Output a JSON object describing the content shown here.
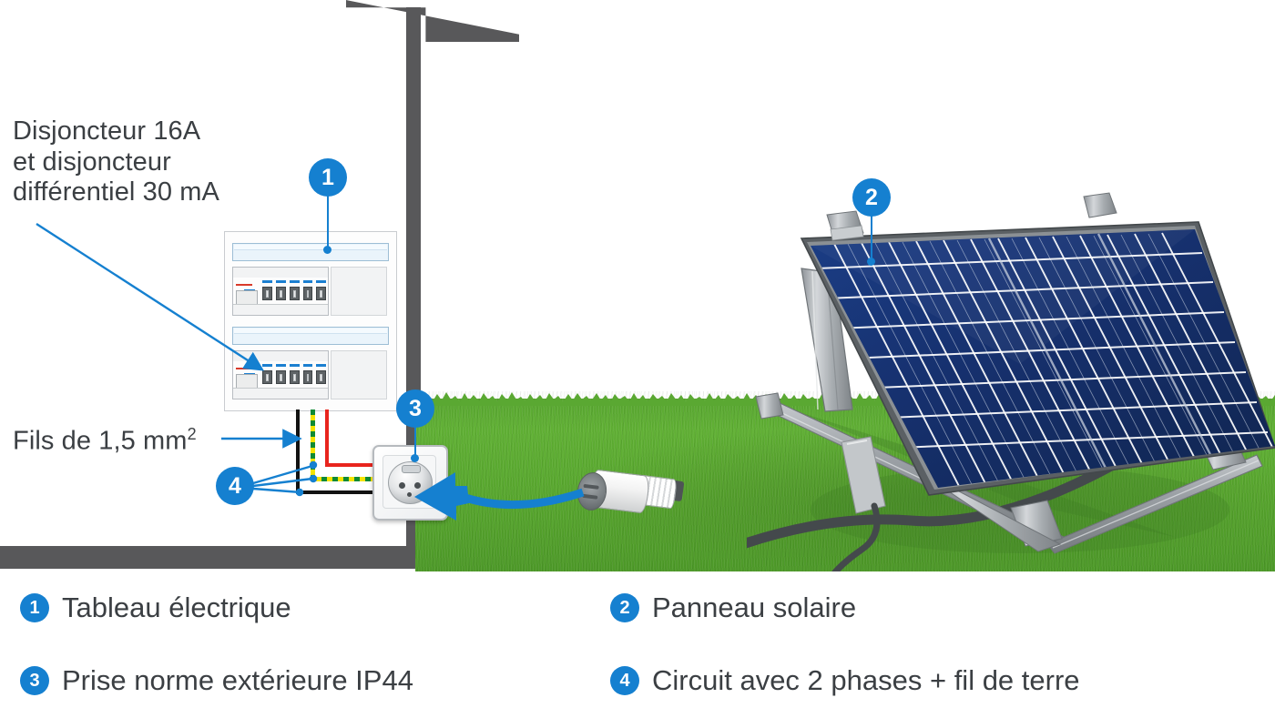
{
  "diagram": {
    "title_alt": "Schéma de raccordement d'un panneau solaire",
    "accent_color": "#1580d0",
    "text_color": "#3b3f43",
    "structure_color": "#58585a",
    "grass_color": "#5aa832",
    "panel_color": "#15306e"
  },
  "callouts": [
    {
      "id": "breaker",
      "name": "disjoncteur-callout",
      "lines": [
        "Disjoncteur 16A",
        "et disjoncteur",
        "différentiel 30 mA"
      ]
    },
    {
      "id": "wires",
      "name": "fils-callout",
      "text_main": "Fils de 1,5 mm",
      "text_sup": "2"
    }
  ],
  "markers": [
    {
      "number": "1",
      "name": "marker-1-tableau"
    },
    {
      "number": "2",
      "name": "marker-2-panneau"
    },
    {
      "number": "3",
      "name": "marker-3-prise"
    },
    {
      "number": "4",
      "name": "marker-4-circuit"
    }
  ],
  "legend": {
    "items": [
      {
        "number": "1",
        "label": "Tableau électrique"
      },
      {
        "number": "2",
        "label": "Panneau solaire"
      },
      {
        "number": "3",
        "label": "Prise norme extérieure IP44"
      },
      {
        "number": "4",
        "label": "Circuit avec 2 phases + fil de terre"
      }
    ]
  },
  "wires": {
    "colors": {
      "neutral_black": "#121212",
      "phase_red": "#e8241d",
      "earth_green": "#0e8a34",
      "earth_yellow": "#f5e400"
    }
  },
  "objects": {
    "electrical_panel": "tableau-electrique",
    "outdoor_socket": "prise-ip44",
    "solar_panel": "panneau-solaire",
    "plug": "fiche-male",
    "cable": "cable-solaire"
  }
}
